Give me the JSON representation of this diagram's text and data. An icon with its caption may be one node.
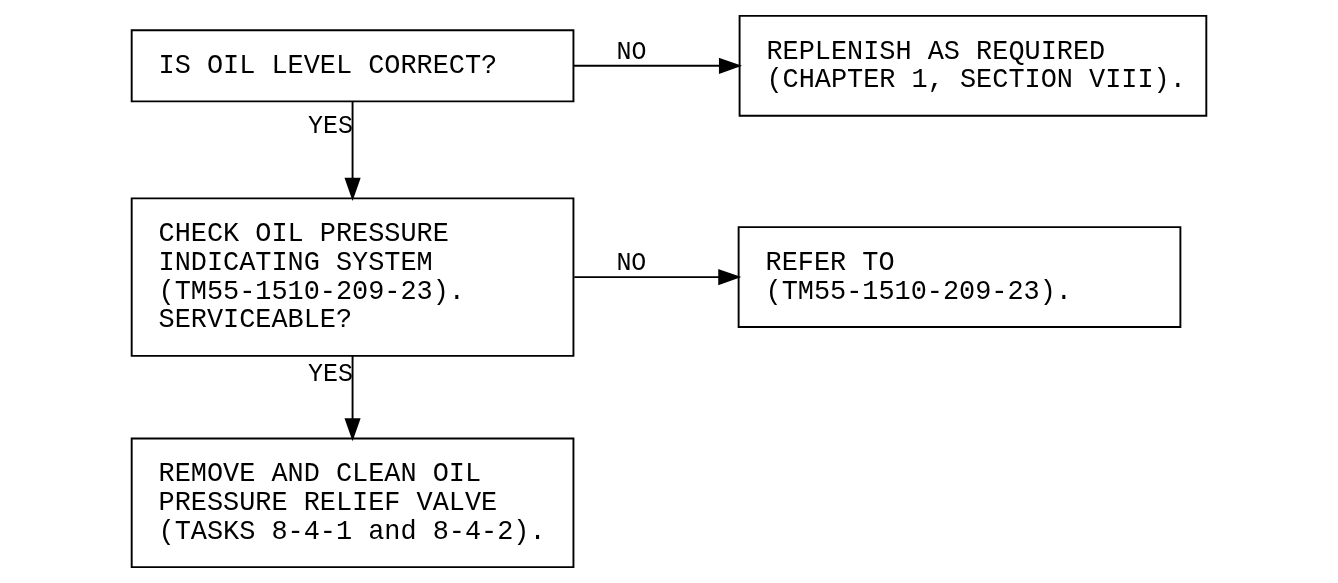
{
  "diagram": {
    "nodes": [
      {
        "text": [
          "IS OIL LEVEL CORRECT?"
        ]
      },
      {
        "text": [
          "REPLENISH AS REQUIRED (CHAPTER 1, SECTION VIII)."
        ]
      },
      {
        "text": [
          "CHECK OIL PRESSURE INDICATING SYSTEM (TM55-1510-209-23). SERVICEABLE?"
        ]
      },
      {
        "text": [
          "REFER TO (TM55-1510-209-23)."
        ]
      },
      {
        "text": [
          "REMOVE AND CLEAN OIL PRESSURE RELIEF VALVE (TASKS 8-4-1 and 8-4-2)."
        ]
      }
    ],
    "edges": [
      {
        "from": 0,
        "to": 1,
        "arrow": "to",
        "label": "NO"
      },
      {
        "from": 0,
        "to": 2,
        "arrow": "to",
        "label": "YES"
      },
      {
        "from": 2,
        "to": 3,
        "arrow": "to",
        "label": "NO"
      },
      {
        "from": 2,
        "to": 4,
        "arrow": "to",
        "label": "YES"
      }
    ]
  }
}
